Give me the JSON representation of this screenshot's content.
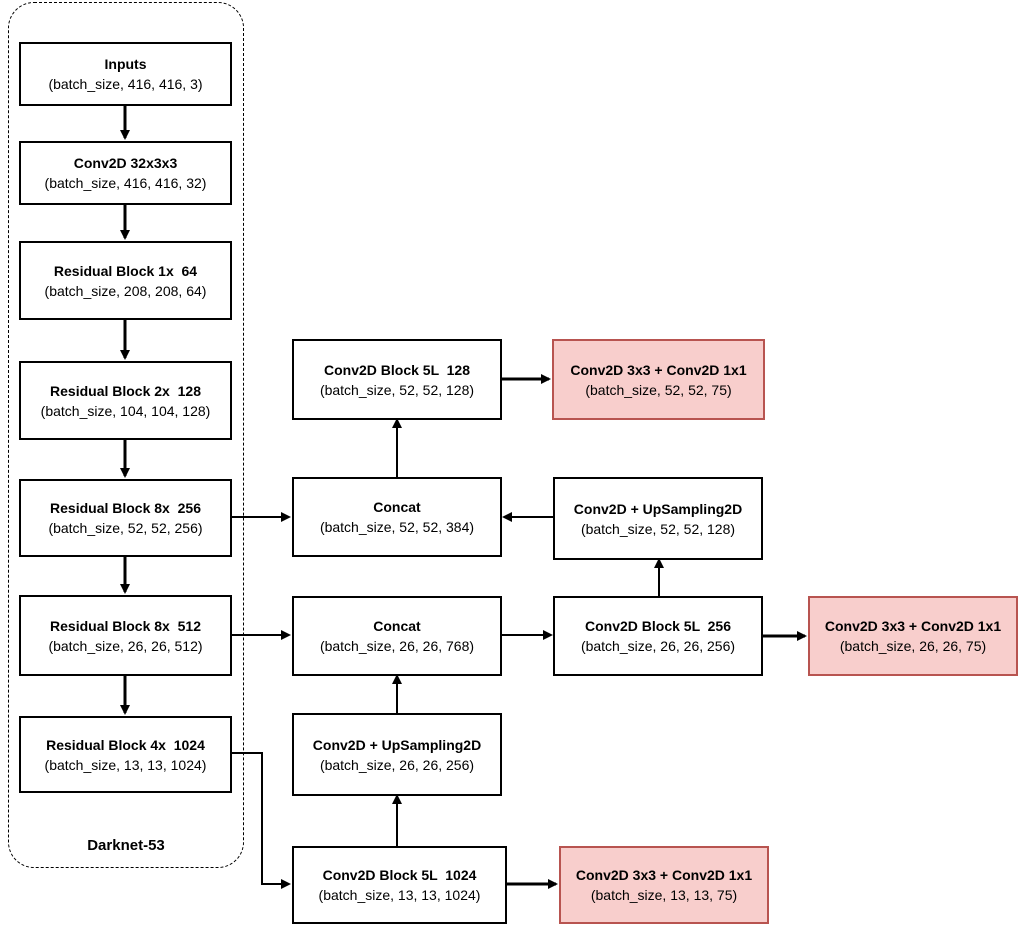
{
  "group_label": "Darknet-53",
  "colors": {
    "line": "#000000",
    "head_fill": "#f8cecc",
    "head_border": "#b85450"
  },
  "nodes": {
    "inputs": {
      "title": "Inputs",
      "shape": "(batch_size, 416, 416, 3)"
    },
    "conv1": {
      "title": "Conv2D 32x3x3",
      "shape": "(batch_size, 416, 416, 32)"
    },
    "res1": {
      "title": "Residual Block 1x  64",
      "shape": "(batch_size, 208, 208, 64)"
    },
    "res2": {
      "title": "Residual Block 2x  128",
      "shape": "(batch_size, 104, 104, 128)"
    },
    "res8a": {
      "title": "Residual Block 8x  256",
      "shape": "(batch_size, 52, 52, 256)"
    },
    "res8b": {
      "title": "Residual Block 8x  512",
      "shape": "(batch_size, 26, 26, 512)"
    },
    "res4": {
      "title": "Residual Block 4x  1024",
      "shape": "(batch_size, 13, 13, 1024)"
    },
    "cb128": {
      "title": "Conv2D Block 5L  128",
      "shape": "(batch_size, 52, 52, 128)"
    },
    "head52": {
      "title": "Conv2D 3x3 + Conv2D 1x1",
      "shape": "(batch_size, 52, 52, 75)"
    },
    "concat52": {
      "title": "Concat",
      "shape": "(batch_size, 52, 52, 384)"
    },
    "up52": {
      "title": "Conv2D + UpSampling2D",
      "shape": "(batch_size, 52, 52, 128)"
    },
    "concat26": {
      "title": "Concat",
      "shape": "(batch_size, 26, 26, 768)"
    },
    "cb256": {
      "title": "Conv2D Block 5L  256",
      "shape": "(batch_size, 26, 26, 256)"
    },
    "head26": {
      "title": "Conv2D 3x3 + Conv2D 1x1",
      "shape": "(batch_size, 26, 26, 75)"
    },
    "up26": {
      "title": "Conv2D + UpSampling2D",
      "shape": "(batch_size, 26, 26, 256)"
    },
    "cb1024": {
      "title": "Conv2D Block 5L  1024",
      "shape": "(batch_size, 13, 13, 1024)"
    },
    "head13": {
      "title": "Conv2D 3x3 + Conv2D 1x1",
      "shape": "(batch_size, 13, 13, 75)"
    }
  }
}
